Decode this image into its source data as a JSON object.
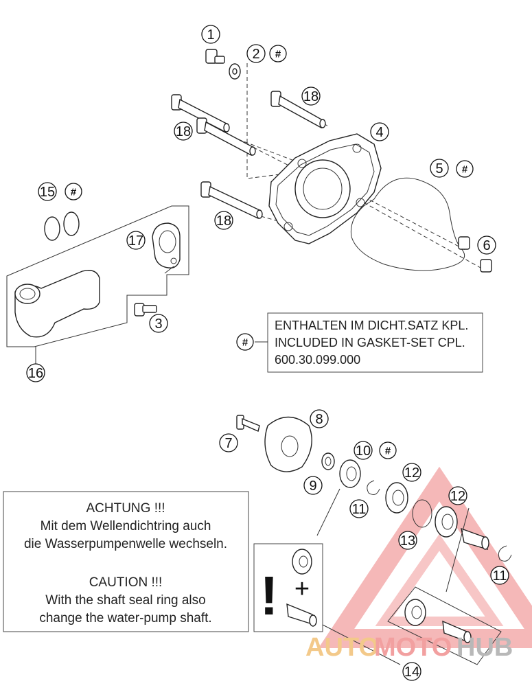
{
  "callouts": [
    {
      "id": "c1",
      "label": "1"
    },
    {
      "id": "c2",
      "label": "2"
    },
    {
      "id": "c3",
      "label": "3"
    },
    {
      "id": "c4",
      "label": "4"
    },
    {
      "id": "c5",
      "label": "5"
    },
    {
      "id": "c6",
      "label": "6"
    },
    {
      "id": "c7",
      "label": "7"
    },
    {
      "id": "c8",
      "label": "8"
    },
    {
      "id": "c9",
      "label": "9"
    },
    {
      "id": "c10",
      "label": "10"
    },
    {
      "id": "c11a",
      "label": "11"
    },
    {
      "id": "c11b",
      "label": "11"
    },
    {
      "id": "c12a",
      "label": "12"
    },
    {
      "id": "c12b",
      "label": "12"
    },
    {
      "id": "c13",
      "label": "13"
    },
    {
      "id": "c14",
      "label": "14"
    },
    {
      "id": "c15",
      "label": "15"
    },
    {
      "id": "c16",
      "label": "16"
    },
    {
      "id": "c17",
      "label": "17"
    },
    {
      "id": "c18a",
      "label": "18"
    },
    {
      "id": "c18b",
      "label": "18"
    },
    {
      "id": "c18c",
      "label": "18"
    }
  ],
  "hash_symbol": "#",
  "gasket_box": {
    "line1": "ENTHALTEN IM DICHT.SATZ KPL.",
    "line2": "INCLUDED IN GASKET-SET CPL.",
    "line3": "600.30.099.000"
  },
  "warning_box": {
    "de_title": "ACHTUNG !!!",
    "de_line1": "Mit dem Wellendichtring auch",
    "de_line2": "die Wasserpumpenwelle wechseln.",
    "en_title": "CAUTION !!!",
    "en_line1": "With the shaft seal ring also",
    "en_line2": "change the water-pump shaft."
  },
  "exclamation": "!",
  "plus": "+",
  "watermark": {
    "part1": "AUTO",
    "part2": "MOTO",
    "part3": "HUB",
    "colors": {
      "orange": "#f3c98a",
      "red": "#f2a0a0",
      "grey": "#b8b8b8"
    }
  }
}
